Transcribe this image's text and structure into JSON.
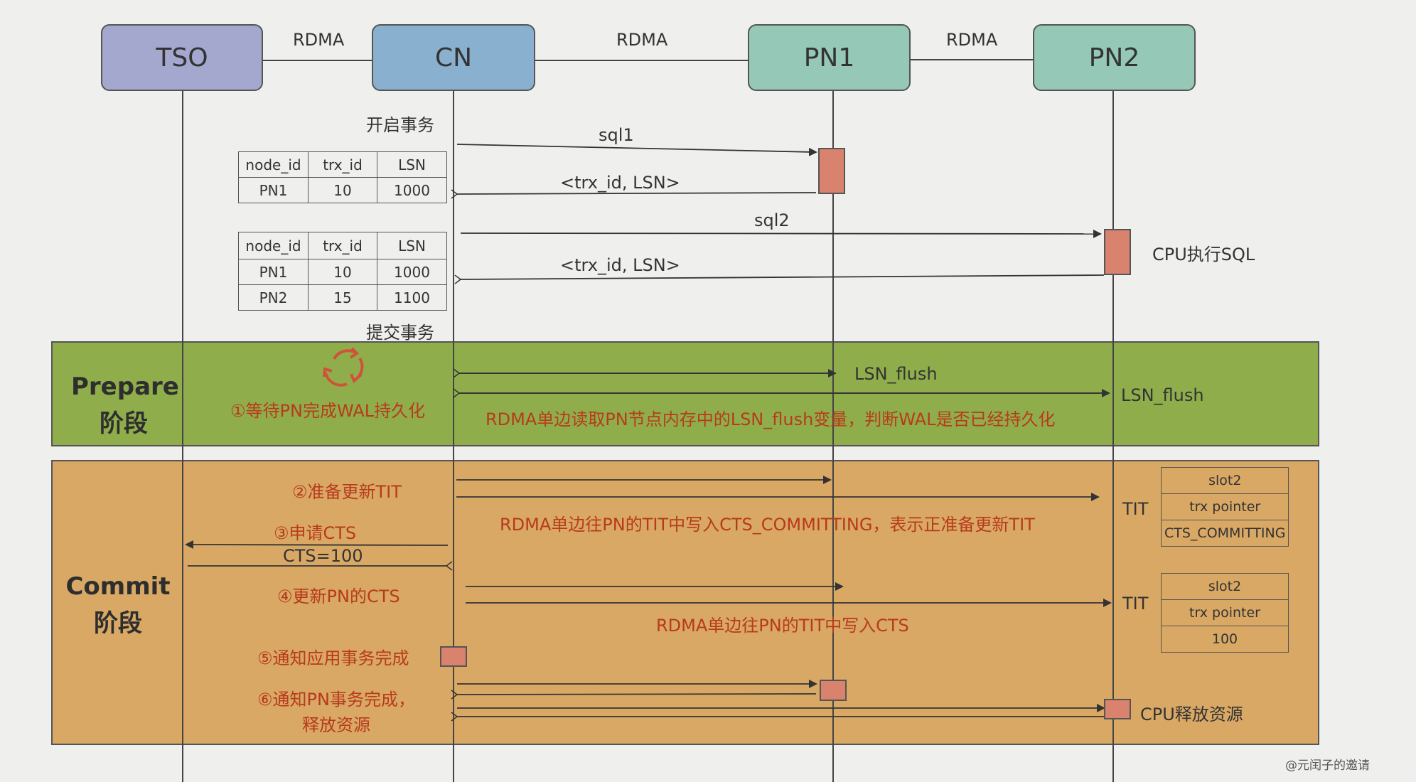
{
  "nodes": {
    "tso": "TSO",
    "cn": "CN",
    "pn1": "PN1",
    "pn2": "PN2"
  },
  "links": {
    "tso_cn": "RDMA",
    "cn_pn1": "RDMA",
    "pn1_pn2": "RDMA"
  },
  "cn_labels": {
    "begin": "开启事务",
    "commit": "提交事务"
  },
  "messages": {
    "sql1": "sql1",
    "resp1": "<trx_id, LSN>",
    "sql2": "sql2",
    "resp2": "<trx_id, LSN>",
    "cpu_exec": "CPU执行SQL"
  },
  "table1": {
    "headers": [
      "node_id",
      "trx_id",
      "LSN"
    ],
    "rows": [
      [
        "PN1",
        "10",
        "1000"
      ]
    ]
  },
  "table2": {
    "headers": [
      "node_id",
      "trx_id",
      "LSN"
    ],
    "rows": [
      [
        "PN1",
        "10",
        "1000"
      ],
      [
        "PN2",
        "15",
        "1100"
      ]
    ]
  },
  "prepare": {
    "title_line1": "Prepare",
    "title_line2": "阶段",
    "step1": "①等待PN完成WAL持久化",
    "lsn_flush_pn1": "LSN_flush",
    "lsn_flush_pn2": "LSN_flush",
    "desc": "RDMA单边读取PN节点内存中的LSN_flush变量，判断WAL是否已经持久化"
  },
  "commit": {
    "title_line1": "Commit",
    "title_line2": "阶段",
    "step2": "②准备更新TIT",
    "step2_desc": "RDMA单边往PN的TIT中写入CTS_COMMITTING，表示正准备更新TIT",
    "step3": "③申请CTS",
    "cts": "CTS=100",
    "step4": "④更新PN的CTS",
    "step4_desc": "RDMA单边往PN的TIT中写入CTS",
    "step5": "⑤通知应用事务完成",
    "step6_line1": "⑥通知PN事务完成，",
    "step6_line2": "释放资源",
    "cpu_release": "CPU释放资源",
    "tit_label_1": "TIT",
    "tit_label_2": "TIT",
    "tit1": [
      "slot2",
      "trx pointer",
      "CTS_COMMITTING"
    ],
    "tit2": [
      "slot2",
      "trx pointer",
      "100"
    ]
  },
  "watermark": "@元闰子的邀请",
  "colors": {
    "tso": "#a4a8cf",
    "cn": "#89b0cf",
    "pn": "#96c8b7",
    "prepare_band": "#8fae4b",
    "commit_band": "#d9a865",
    "box": "#d9836f",
    "red_text": "#b83a1c"
  }
}
